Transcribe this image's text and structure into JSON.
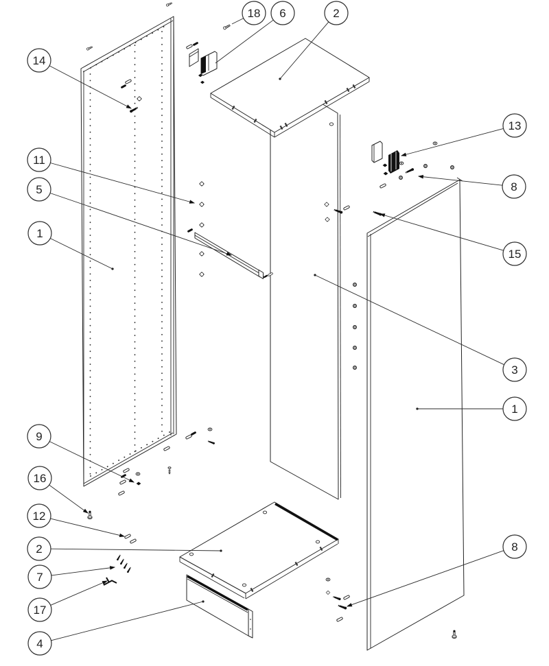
{
  "diagram": {
    "kind": "exploded-assembly-line-drawing",
    "colors": {
      "line": "#222222",
      "hardware_fill": "#111111",
      "background": "#ffffff"
    },
    "callouts": [
      {
        "label": "18"
      },
      {
        "label": "6"
      },
      {
        "label": "2"
      },
      {
        "label": "14"
      },
      {
        "label": "11"
      },
      {
        "label": "5"
      },
      {
        "label": "1"
      },
      {
        "label": "13"
      },
      {
        "label": "8"
      },
      {
        "label": "15"
      },
      {
        "label": "3"
      },
      {
        "label": "1"
      },
      {
        "label": "9"
      },
      {
        "label": "16"
      },
      {
        "label": "12"
      },
      {
        "label": "2"
      },
      {
        "label": "7"
      },
      {
        "label": "17"
      },
      {
        "label": "4"
      },
      {
        "label": "8"
      }
    ]
  }
}
